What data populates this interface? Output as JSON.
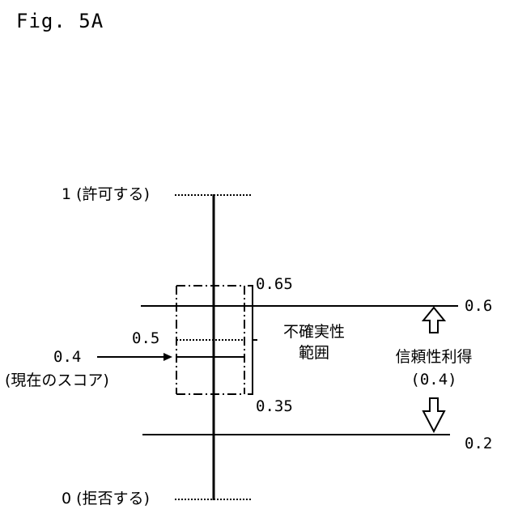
{
  "figure_label": "Fig. 5A",
  "score_axis": {
    "top_label": "1 (許可する)",
    "bottom_label": "0 (拒否する)"
  },
  "thresholds": {
    "upper_value": "0.6",
    "lower_value": "0.2",
    "benefit_label": "信頼性利得",
    "benefit_value": "(0.4)"
  },
  "uncertainty": {
    "upper_value": "0.65",
    "lower_value": "0.35",
    "mid_value": "0.5",
    "label_line1": "不確実性",
    "label_line2": "範囲"
  },
  "current_score": {
    "value": "0.4",
    "label": "(現在のスコア)"
  }
}
